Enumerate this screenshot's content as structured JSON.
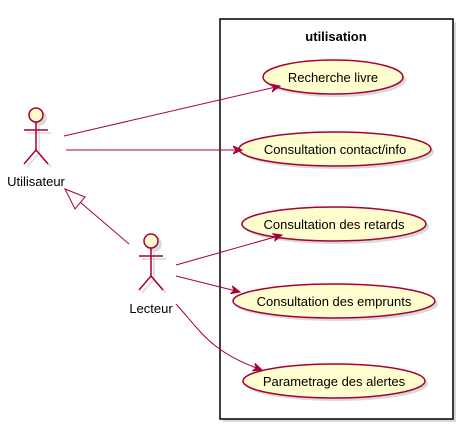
{
  "system": {
    "title": "utilisation"
  },
  "actors": [
    {
      "id": "utilisateur",
      "label": "Utilisateur"
    },
    {
      "id": "lecteur",
      "label": "Lecteur"
    }
  ],
  "usecases": [
    {
      "id": "uc1",
      "label": "Recherche livre"
    },
    {
      "id": "uc2",
      "label": "Consultation contact/info"
    },
    {
      "id": "uc3",
      "label": "Consultation des retards"
    },
    {
      "id": "uc4",
      "label": "Consultation des emprunts"
    },
    {
      "id": "uc5",
      "label": "Parametrage des alertes"
    }
  ],
  "relations": [
    {
      "from": "utilisateur",
      "to": "uc1",
      "kind": "association"
    },
    {
      "from": "utilisateur",
      "to": "uc2",
      "kind": "association"
    },
    {
      "from": "lecteur",
      "to": "uc3",
      "kind": "association"
    },
    {
      "from": "lecteur",
      "to": "uc4",
      "kind": "association"
    },
    {
      "from": "lecteur",
      "to": "uc5",
      "kind": "association"
    },
    {
      "from": "lecteur",
      "to": "utilisateur",
      "kind": "generalization"
    }
  ],
  "colors": {
    "actor_fill": "#FEFECE",
    "actor_stroke": "#A80036",
    "usecase_fill": "#FEFECE",
    "usecase_stroke": "#A80036",
    "arrow": "#A80036",
    "frame": "#000000",
    "shadow": "#D9D9D9"
  }
}
